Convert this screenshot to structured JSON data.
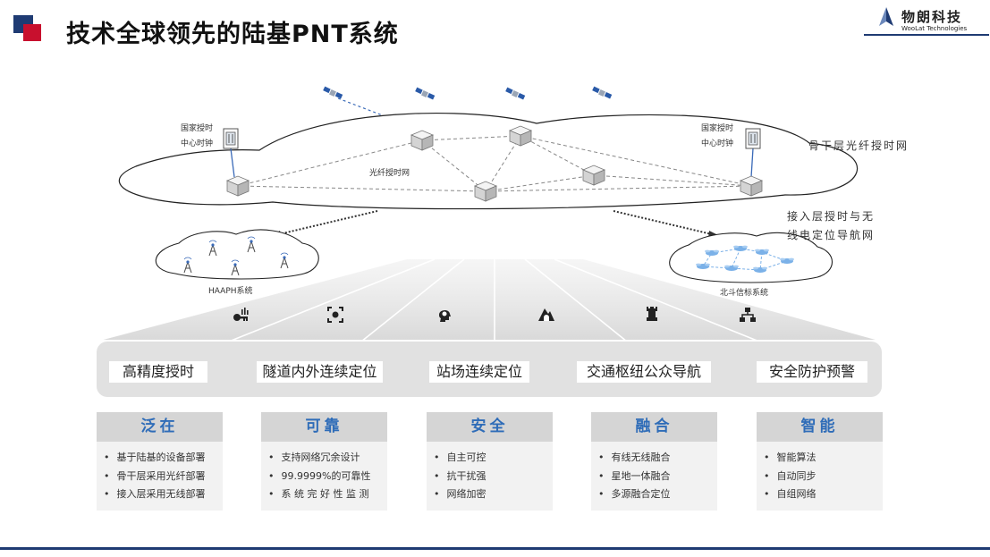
{
  "header": {
    "title": "技术全球领先的陆基PNT系统",
    "logo_cn": "物朗科技",
    "logo_en": "WooLat Technologies"
  },
  "diagram": {
    "left_center_label_line1": "国家授时",
    "left_center_label_line2": "中心时钟",
    "right_center_label_line1": "国家授时",
    "right_center_label_line2": "中心时钟",
    "fiber_net_label": "光纤授时网",
    "backbone_label": "骨干层光纤授时网",
    "access_label_line1": "接入层授时与无",
    "access_label_line2": "线电定位导航网",
    "haaph_label": "HAAPH系统",
    "beidou_label": "北斗信标系统"
  },
  "scenario_icons": [
    "key-signal-icon",
    "focus-target-icon",
    "head-gear-icon",
    "mountain-tunnel-icon",
    "chess-rook-icon",
    "network-nodes-icon"
  ],
  "scenarios": [
    "高精度授时",
    "隧道内外连续定位",
    "站场连续定位",
    "交通枢纽公众导航",
    "安全防护预警"
  ],
  "features": [
    {
      "title": "泛在",
      "items": [
        "基于陆基的设备部署",
        "骨干层采用光纤部署",
        "接入层采用无线部署"
      ]
    },
    {
      "title": "可靠",
      "items": [
        "支持网络冗余设计",
        "99.9999%的可靠性",
        "系 统 完 好 性 监 测"
      ]
    },
    {
      "title": "安全",
      "items": [
        "自主可控",
        "抗干扰强",
        "网络加密"
      ]
    },
    {
      "title": "融合",
      "items": [
        "有线无线融合",
        "星地一体融合",
        "多源融合定位"
      ]
    },
    {
      "title": "智能",
      "items": [
        "智能算法",
        "自动同步",
        "自组网络"
      ]
    }
  ],
  "colors": {
    "brand_navy": "#1f3b73",
    "accent_red": "#c8102e",
    "feature_title": "#2e6cb8",
    "satellite_blue": "#2a5aa8"
  }
}
